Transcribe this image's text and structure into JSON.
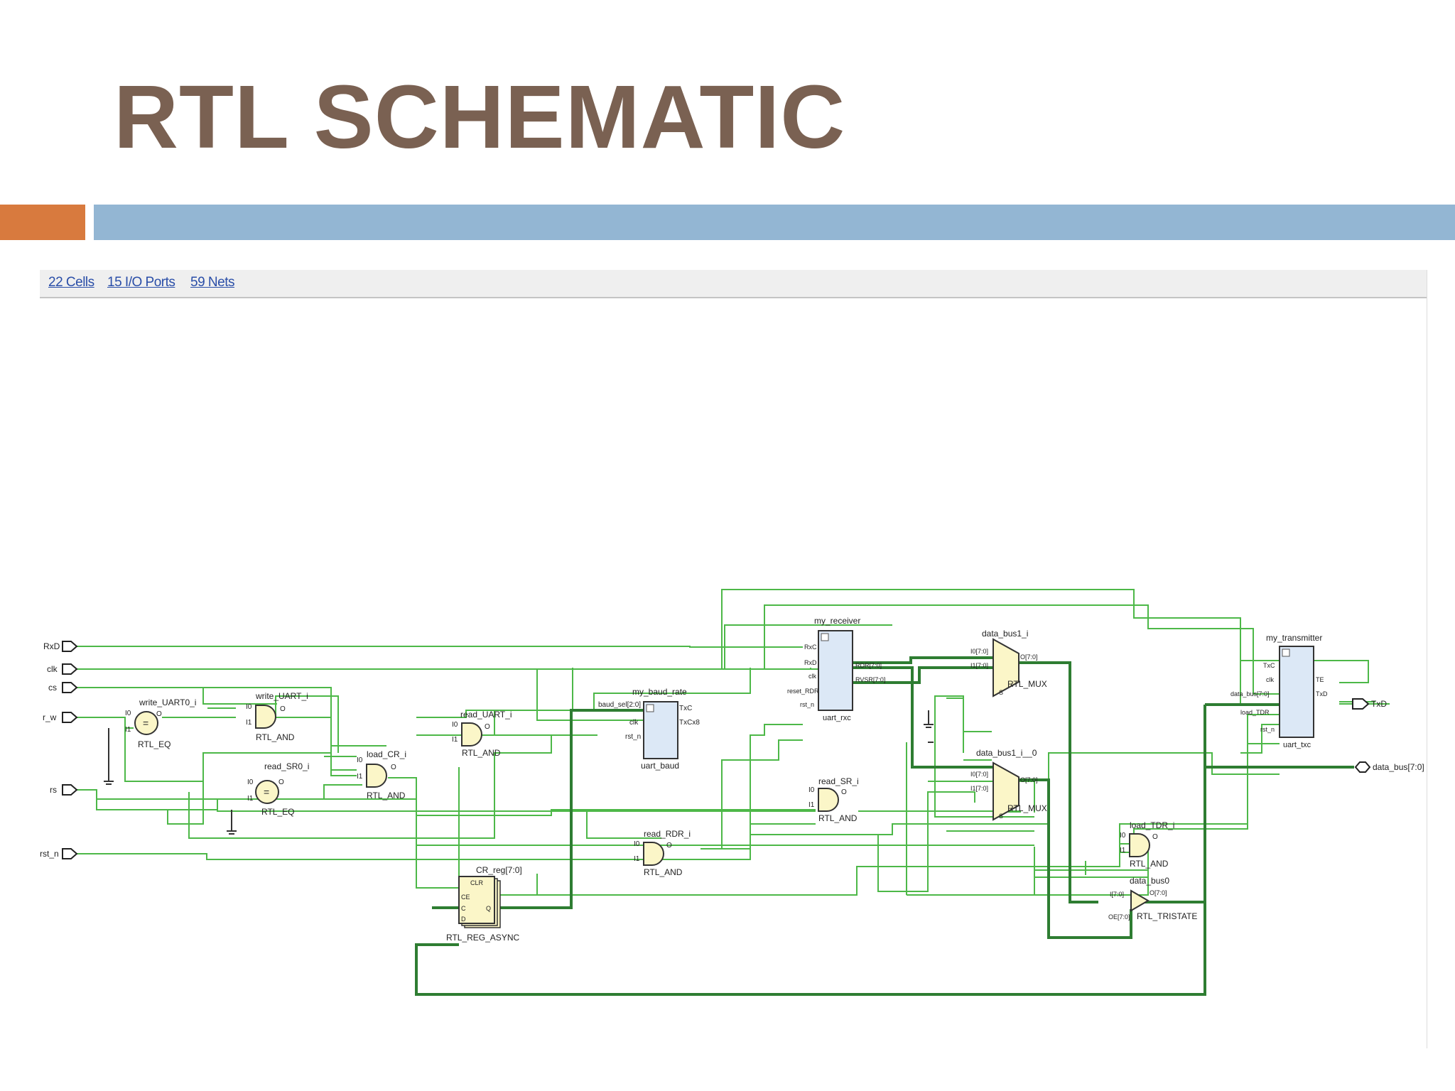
{
  "slide": {
    "title": "RTL SCHEMATIC"
  },
  "tabs": {
    "cells": "22 Cells",
    "ports": "15 I/O Ports",
    "nets": "59 Nets"
  },
  "ports": {
    "rxd": "RxD",
    "clk": "clk",
    "cs": "cs",
    "rw": "r_w",
    "rs": "rs",
    "rst": "rst_n",
    "txd": "TxD",
    "data_bus": "data_bus[7:0]"
  },
  "cells": {
    "write_uart0": {
      "inst": "write_UART0_i",
      "type": "RTL_EQ",
      "i0": "I0",
      "i1": "I1",
      "o": "O",
      "sym": "="
    },
    "write_uart": {
      "inst": "write_UART_i",
      "type": "RTL_AND",
      "i0": "I0",
      "i1": "I1",
      "o": "O"
    },
    "read_sr0": {
      "inst": "read_SR0_i",
      "type": "RTL_EQ",
      "i0": "I0",
      "i1": "I1",
      "o": "O",
      "sym": "="
    },
    "load_cr": {
      "inst": "load_CR_i",
      "type": "RTL_AND",
      "i0": "I0",
      "i1": "I1",
      "o": "O"
    },
    "read_uart": {
      "inst": "read_UART_i",
      "type": "RTL_AND",
      "i0": "I0",
      "i1": "I1",
      "o": "O"
    },
    "cr_reg": {
      "inst": "CR_reg[7:0]",
      "type": "RTL_REG_ASYNC",
      "clr": "CLR",
      "ce": "CE",
      "d": "D",
      "q": "Q",
      "c": "C"
    },
    "my_baud_rate": {
      "inst": "my_baud_rate",
      "type": "uart_baud",
      "baud": "baud_sel[2:0]",
      "clk": "clk",
      "rst": "rst_n",
      "txc": "TxC",
      "txcx8": "TxCx8"
    },
    "read_rdr": {
      "inst": "read_RDR_i",
      "type": "RTL_AND",
      "i0": "I0",
      "i1": "I1",
      "o": "O"
    },
    "my_receiver": {
      "inst": "my_receiver",
      "type": "uart_rxc",
      "rxc": "RxC",
      "rxd": "RxD",
      "clk": "clk",
      "reset_rdr": "reset_RDR",
      "rst": "rst_n",
      "rdr": "RDR[7:0]",
      "rvsr": "RVSR[7:0]"
    },
    "read_sr": {
      "inst": "read_SR_i",
      "type": "RTL_AND",
      "i0": "I0",
      "i1": "I1",
      "o": "O"
    },
    "data_bus1": {
      "inst": "data_bus1_i",
      "type": "RTL_MUX",
      "i0": "I0[7:0]",
      "i1": "I1[7:0]",
      "o": "O[7:0]",
      "s": "S"
    },
    "data_bus1_0": {
      "inst": "data_bus1_i__0",
      "type": "RTL_MUX",
      "i0": "I0[7:0]",
      "i1": "I1[7:0]",
      "o": "O[7:0]",
      "s": "S"
    },
    "load_tdr": {
      "inst": "load_TDR_i",
      "type": "RTL_AND",
      "i0": "I0",
      "i1": "I1",
      "o": "O"
    },
    "data_bus0": {
      "inst": "data_bus0",
      "type": "RTL_TRISTATE",
      "i": "I[7:0]",
      "oe": "OE[7:0]",
      "o": "O[7:0]"
    },
    "my_transmitter": {
      "inst": "my_transmitter",
      "type": "uart_txc",
      "txc": "TxC",
      "clk": "clk",
      "data_bus": "data_bus[7:0]",
      "load_tdr": "load_TDR",
      "rst": "rst_n",
      "te": "TE",
      "txd": "TxD"
    }
  },
  "colors": {
    "title": "#7a6152",
    "accent_orange": "#d87a3e",
    "accent_blue": "#93b6d3",
    "wire": "#4db848",
    "bus": "#2e7d32",
    "gate_fill": "#fbf6c8",
    "module_fill": "#dce8f6"
  }
}
